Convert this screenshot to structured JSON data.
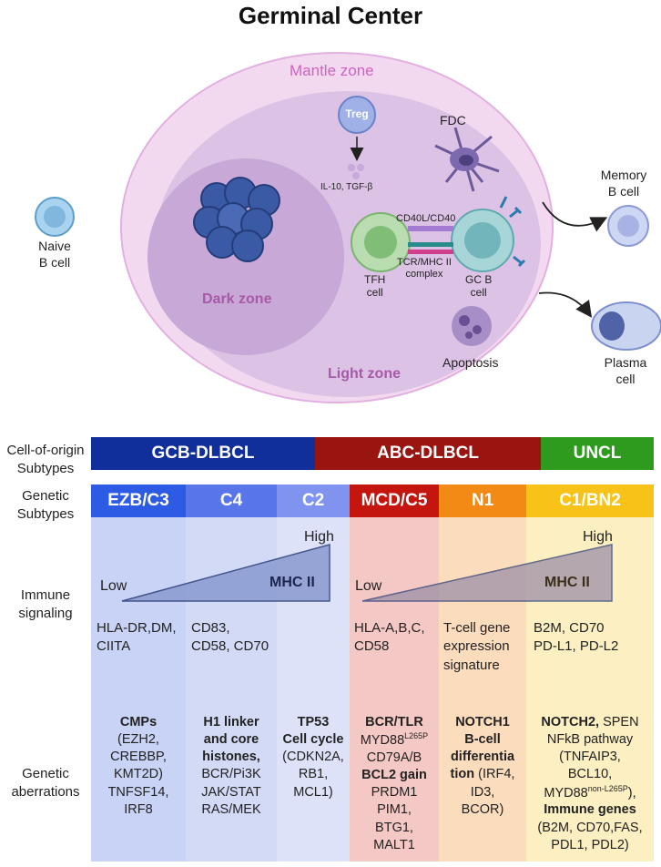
{
  "title": "Germinal Center",
  "diagram": {
    "mantle_zone": "Mantle zone",
    "dark_zone": "Dark zone",
    "light_zone": "Light zone",
    "naive_b_cell": [
      "Naive",
      "B cell"
    ],
    "treg": "Treg",
    "cytokines": "IL-10, TGF-β",
    "fdc": "FDC",
    "cd40": "CD40L/CD40",
    "tcr": [
      "TCR/MHC II",
      "complex"
    ],
    "tfh": [
      "TFH",
      "cell"
    ],
    "gcb": [
      "GC B",
      "cell"
    ],
    "apoptosis": "Apoptosis",
    "memory_b_cell": [
      "Memory",
      "B cell"
    ],
    "plasma_cell": [
      "Plasma",
      "cell"
    ]
  },
  "row_labels": {
    "cell_of_origin": [
      "Cell-of-origin",
      "Subtypes"
    ],
    "genetic_subtypes": [
      "Genetic",
      "Subtypes"
    ],
    "immune_signaling": [
      "Immune",
      "signaling"
    ],
    "genetic_aberrations": [
      "Genetic",
      "aberrations"
    ]
  },
  "coo_subtypes": [
    {
      "label": "GCB-DLBCL",
      "color": "#102f9a"
    },
    {
      "label": "ABC-DLBCL",
      "color": "#9a1410"
    },
    {
      "label": "UNCL",
      "color": "#2e9a1e"
    }
  ],
  "genetic_subtypes": [
    {
      "label": "EZB/C3",
      "color": "#2d5be3"
    },
    {
      "label": "C4",
      "color": "#5876ea"
    },
    {
      "label": "C2",
      "color": "#7f93ef"
    },
    {
      "label": "MCD/C5",
      "color": "#c4160f"
    },
    {
      "label": "N1",
      "color": "#f28a15"
    },
    {
      "label": "C1/BN2",
      "color": "#f7c318"
    }
  ],
  "mhc": {
    "left": {
      "low": "Low",
      "high": "High",
      "label": "MHC II"
    },
    "right": {
      "low": "Low",
      "high": "High",
      "label": "MHC II"
    }
  },
  "immune_signaling": {
    "ezb": [
      "HLA-DR,DM,",
      "CIITA"
    ],
    "c4": [
      "CD83,",
      "CD58, CD70"
    ],
    "mcd": [
      "HLA-A,B,C,",
      "CD58"
    ],
    "n1": [
      "T-cell gene",
      "expression",
      "signature"
    ],
    "c1": [
      "B2M, CD70",
      "PD-L1, PD-L2"
    ]
  },
  "genetic_aberrations": {
    "ezb": {
      "bold": "CMPs",
      "lines": [
        "(EZH2,",
        "CREBBP,",
        "KMT2D)",
        "TNFSF14,",
        "IRF8"
      ]
    },
    "c4": {
      "bold": [
        "H1 linker",
        "and core",
        "histones,"
      ],
      "lines": [
        "BCR/Pi3K",
        "JAK/STAT",
        "RAS/MEK"
      ]
    },
    "c2": {
      "bold": [
        "TP53",
        "Cell cycle"
      ],
      "lines": [
        "(CDKN2A,",
        "RB1,",
        "MCL1)"
      ]
    },
    "mcd": {
      "bold1": "BCR/TLR",
      "myd88": "MYD88",
      "myd88_sup": "L265P",
      "cd79": "CD79A/B",
      "bold2": "BCL2 gain",
      "lines": [
        "PRDM1",
        "PIM1,",
        "BTG1,",
        "MALT1"
      ]
    },
    "n1": {
      "bold": [
        "NOTCH1",
        "B-cell",
        "differentia",
        "tion"
      ],
      "tail": " (IRF4,",
      "lines": [
        "ID3,",
        "BCOR)"
      ]
    },
    "c1": {
      "bold1": "NOTCH2,",
      "spen": " SPEN",
      "nfkb": "NFkB pathway",
      "tnf": "(TNFAIP3,",
      "bcl10": "BCL10,",
      "myd": "MYD88",
      "myd_sup": "non-L265P",
      "myd_tail": "),",
      "bold2": "Immune genes",
      "lines": [
        "(B2M, CD70,FAS,",
        "PDL1, PDL2)"
      ]
    }
  }
}
